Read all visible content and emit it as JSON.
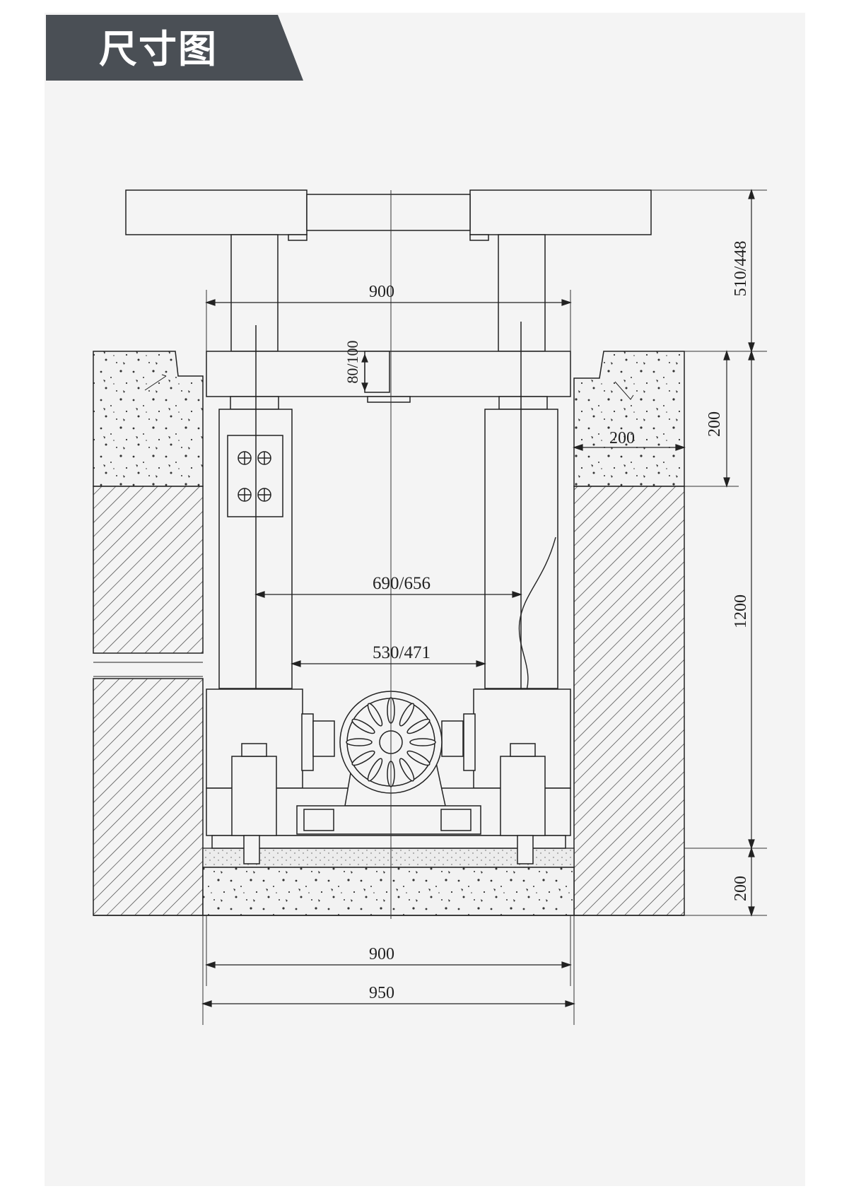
{
  "header": {
    "title": "尺寸图"
  },
  "dimensions": {
    "top_width": "900",
    "top_height": "510/448",
    "lug_height": "80/100",
    "ledge_height": "200",
    "ledge_width": "200",
    "pit_depth": "1200",
    "inner_690": "690/656",
    "inner_530": "530/471",
    "base_height": "200",
    "bottom_900": "900",
    "bottom_950": "950"
  },
  "colors": {
    "tab": "#4a4f55",
    "panel": "#f4f4f4",
    "line": "#2a2a2a"
  }
}
